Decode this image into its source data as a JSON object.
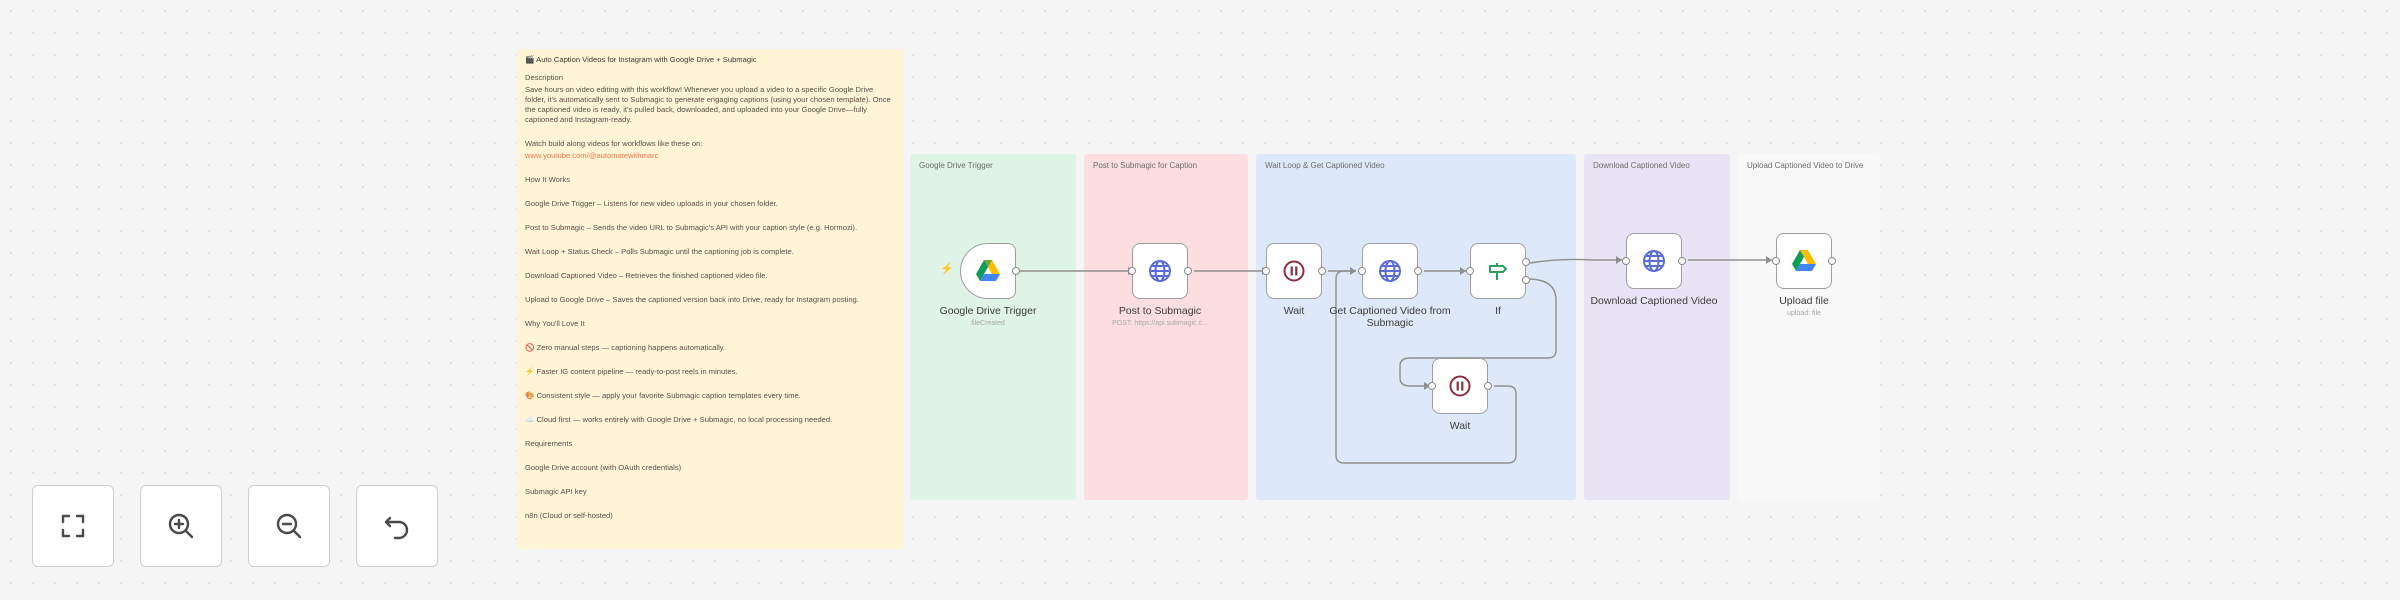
{
  "note": {
    "title": "🎬 Auto Caption Videos for Instagram with Google Drive + Submagic",
    "description_heading": "Description",
    "description": "Save hours on video editing with this workflow! Whenever you upload a video to a specific Google Drive folder, it's automatically sent to Submagic to generate engaging captions (using your chosen template). Once the captioned video is ready, it's pulled back, downloaded, and uploaded into your Google Drive—fully captioned and Instagram-ready.",
    "watch": "Watch build along videos for workflows like these on:",
    "link": "www.youtube.com/@automatewithmarc",
    "how_heading": "How It Works",
    "steps": [
      "Google Drive Trigger – Listens for new video uploads in your chosen folder.",
      "Post to Submagic – Sends the video URL to Submagic's API with your caption style (e.g. Hormozi).",
      "Wait Loop + Status Check – Polls Submagic until the captioning job is complete.",
      "Download Captioned Video – Retrieves the finished captioned video file.",
      "Upload to Google Drive – Saves the captioned version back into Drive, ready for Instagram posting."
    ],
    "why_heading": "Why You'll Love It",
    "benefits": [
      "🚫 Zero manual steps — captioning happens automatically.",
      "⚡ Faster IG content pipeline — ready-to-post reels in minutes.",
      "🎨 Consistent style — apply your favorite Submagic caption templates every time.",
      "☁️ Cloud first — works entirely with Google Drive + Submagic, no local processing needed."
    ],
    "req_heading": "Requirements",
    "requirements": [
      "Google Drive account (with OAuth credentials)",
      "Submagic API key",
      "n8n (Cloud or self-hosted)"
    ]
  },
  "groups": [
    {
      "label": "Google Drive Trigger",
      "color": "#dff3e6"
    },
    {
      "label": "Post to Submagic for Caption",
      "color": "#fcdde1"
    },
    {
      "label": "Wait Loop & Get Captioned Video",
      "color": "#dde9f8"
    },
    {
      "label": "Download Captioned Video",
      "color": "#e9e4f5"
    },
    {
      "label": "Upload Captioned Video to Drive",
      "color": "#f8f8f8"
    }
  ],
  "nodes": {
    "gdrive_trigger": {
      "label": "Google Drive Trigger",
      "sub": "fileCreated",
      "icon": "google-drive-icon"
    },
    "post_submagic": {
      "label": "Post to Submagic",
      "sub": "POST: https://api.submagic.c...",
      "icon": "globe-icon"
    },
    "wait1": {
      "label": "Wait",
      "icon": "pause-icon"
    },
    "get_captioned": {
      "label": "Get Captioned Video from Submagic",
      "icon": "globe-icon"
    },
    "if": {
      "label": "If",
      "icon": "signpost-icon"
    },
    "wait2": {
      "label": "Wait",
      "icon": "pause-icon"
    },
    "download": {
      "label": "Download Captioned Video",
      "icon": "globe-icon"
    },
    "upload": {
      "label": "Upload file",
      "sub": "upload: file",
      "icon": "google-drive-icon"
    }
  },
  "controls": [
    {
      "name": "fit-view",
      "icon": "fullscreen-icon"
    },
    {
      "name": "zoom-in",
      "icon": "zoom-in-icon"
    },
    {
      "name": "zoom-out",
      "icon": "zoom-out-icon"
    },
    {
      "name": "reset-zoom",
      "icon": "undo-icon"
    }
  ],
  "colors": {
    "note_bg": "#fff5d6",
    "link": "#e87a4a",
    "trigger_bolt": "#ff6d5a",
    "globe": "#5a6cd6",
    "wait": "#8b2e3f",
    "if": "#2d9e62"
  }
}
